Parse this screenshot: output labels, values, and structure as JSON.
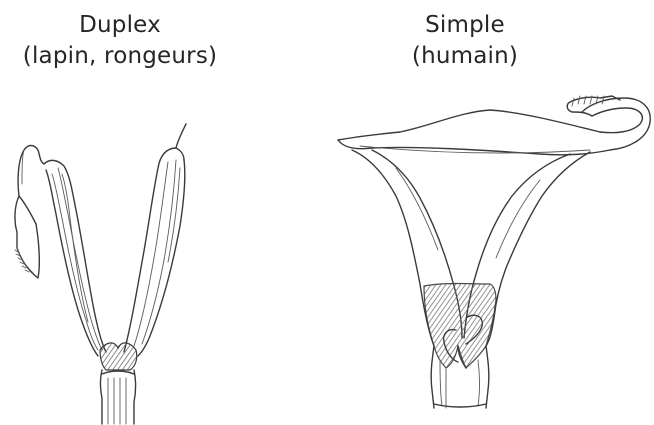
{
  "panels": [
    {
      "title": "Duplex",
      "subtitle": "(lapin, rongeurs)"
    },
    {
      "title": "Simple",
      "subtitle": "(humain)"
    }
  ],
  "colors": {
    "line": "#3a3a3a",
    "shading": "#7d7d7d",
    "background": "#ffffff"
  }
}
